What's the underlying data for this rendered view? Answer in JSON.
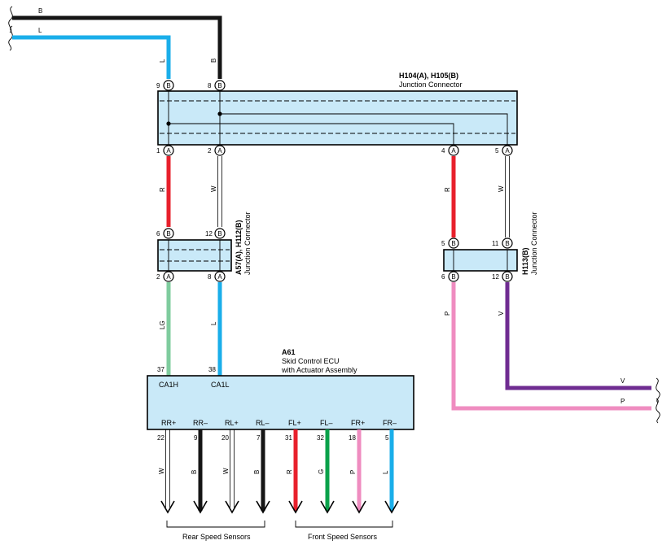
{
  "colors": {
    "black": "#151515",
    "blue": "#1aaeea",
    "red": "#e8202c",
    "white": "#ffffff",
    "green_lg": "#7fcc9e",
    "pink": "#ef8cc0",
    "violet": "#6f2c91",
    "green": "#0aa14a",
    "box_fill": "#c9e9f8"
  },
  "top_wires": [
    {
      "code": "B",
      "color": "black",
      "label_left": "B",
      "label_vert": "B"
    },
    {
      "code": "L",
      "color": "blue",
      "label_left": "L",
      "label_vert": "L"
    }
  ],
  "junction_h104": {
    "title": "H104(A), H105(B)",
    "subtitle": "Junction Connector",
    "pins_top": [
      {
        "num": "9",
        "letter": "B"
      },
      {
        "num": "8",
        "letter": "B"
      }
    ],
    "pins_bottom": [
      {
        "num": "1",
        "letter": "A"
      },
      {
        "num": "2",
        "letter": "A"
      },
      {
        "num": "4",
        "letter": "A"
      },
      {
        "num": "5",
        "letter": "A"
      }
    ]
  },
  "wire_labels": {
    "r1": "R",
    "w1": "W",
    "r2": "R",
    "w2": "W",
    "lg": "LG",
    "l": "L",
    "p": "P",
    "v": "V",
    "v_right": "V",
    "p_right": "P"
  },
  "junction_a57": {
    "title": "A57(A), H112(B)",
    "subtitle": "Junction Connector",
    "pins_top": [
      {
        "num": "6",
        "letter": "B"
      },
      {
        "num": "12",
        "letter": "B"
      }
    ],
    "pins_bottom": [
      {
        "num": "2",
        "letter": "A"
      },
      {
        "num": "8",
        "letter": "A"
      }
    ]
  },
  "junction_h113": {
    "title": "H113(B)",
    "subtitle": "Junction Connector",
    "pins_top": [
      {
        "num": "5",
        "letter": "B"
      },
      {
        "num": "11",
        "letter": "B"
      }
    ],
    "pins_bottom": [
      {
        "num": "6",
        "letter": "B"
      },
      {
        "num": "12",
        "letter": "B"
      }
    ]
  },
  "ecu": {
    "code": "A61",
    "name_line1": "Skid Control ECU",
    "name_line2": "with Actuator Assembly",
    "top_pins": [
      {
        "num": "37",
        "name": "CA1H"
      },
      {
        "num": "38",
        "name": "CA1L"
      }
    ],
    "bottom_pins": [
      {
        "num": "22",
        "name": "RR+",
        "wire": "W",
        "color": "white"
      },
      {
        "num": "9",
        "name": "RR–",
        "wire": "B",
        "color": "black"
      },
      {
        "num": "20",
        "name": "RL+",
        "wire": "W",
        "color": "white"
      },
      {
        "num": "7",
        "name": "RL–",
        "wire": "B",
        "color": "black"
      },
      {
        "num": "31",
        "name": "FL+",
        "wire": "R",
        "color": "red"
      },
      {
        "num": "32",
        "name": "FL–",
        "wire": "G",
        "color": "green"
      },
      {
        "num": "18",
        "name": "FR+",
        "wire": "P",
        "color": "pink"
      },
      {
        "num": "5",
        "name": "FR–",
        "wire": "L",
        "color": "blue"
      }
    ]
  },
  "sensor_groups": {
    "rear": "Rear Speed Sensors",
    "front": "Front Speed Sensors"
  }
}
